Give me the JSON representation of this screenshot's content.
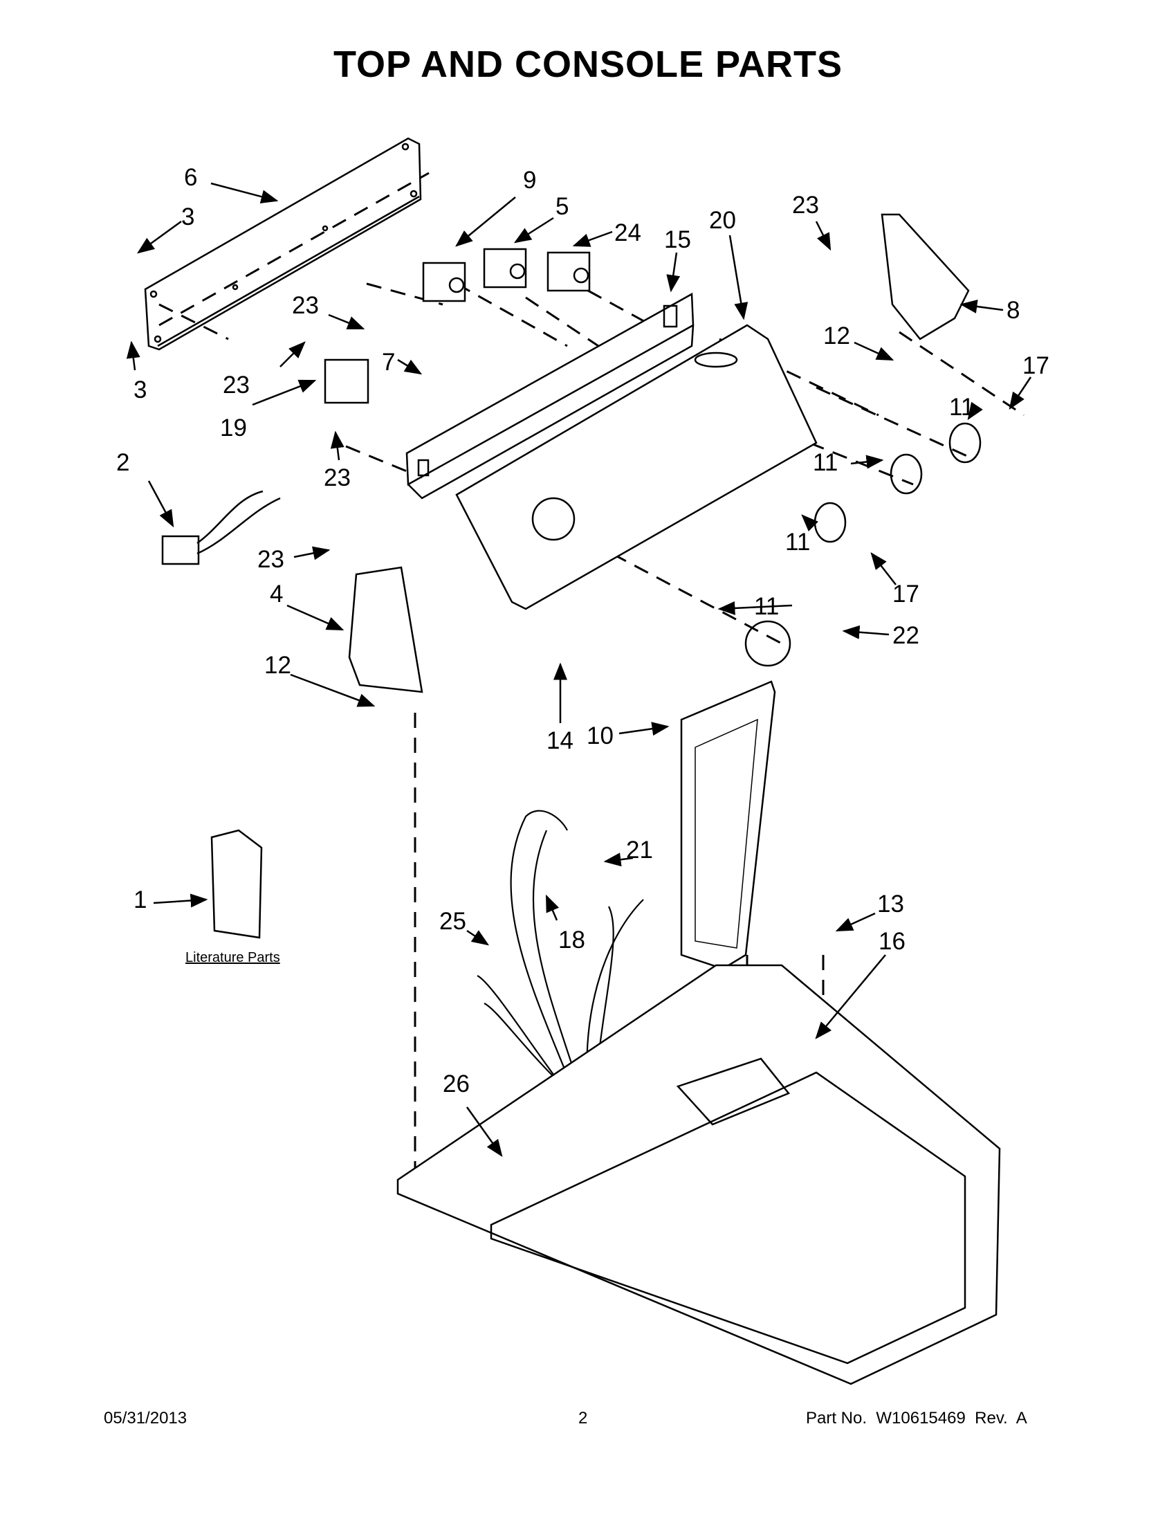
{
  "title": "TOP AND CONSOLE PARTS",
  "literature_label": "Literature Parts",
  "footer": {
    "date": "05/31/2013",
    "page": "2",
    "part_number": "Part No.  W10615469  Rev.  A"
  },
  "callouts": [
    "6",
    "3",
    "3",
    "9",
    "5",
    "24",
    "15",
    "20",
    "23",
    "8",
    "12",
    "17",
    "23",
    "23",
    "7",
    "19",
    "23",
    "2",
    "11",
    "11",
    "11",
    "11",
    "17",
    "23",
    "4",
    "22",
    "12",
    "14",
    "10",
    "21",
    "1",
    "13",
    "16",
    "25",
    "18",
    "26"
  ]
}
